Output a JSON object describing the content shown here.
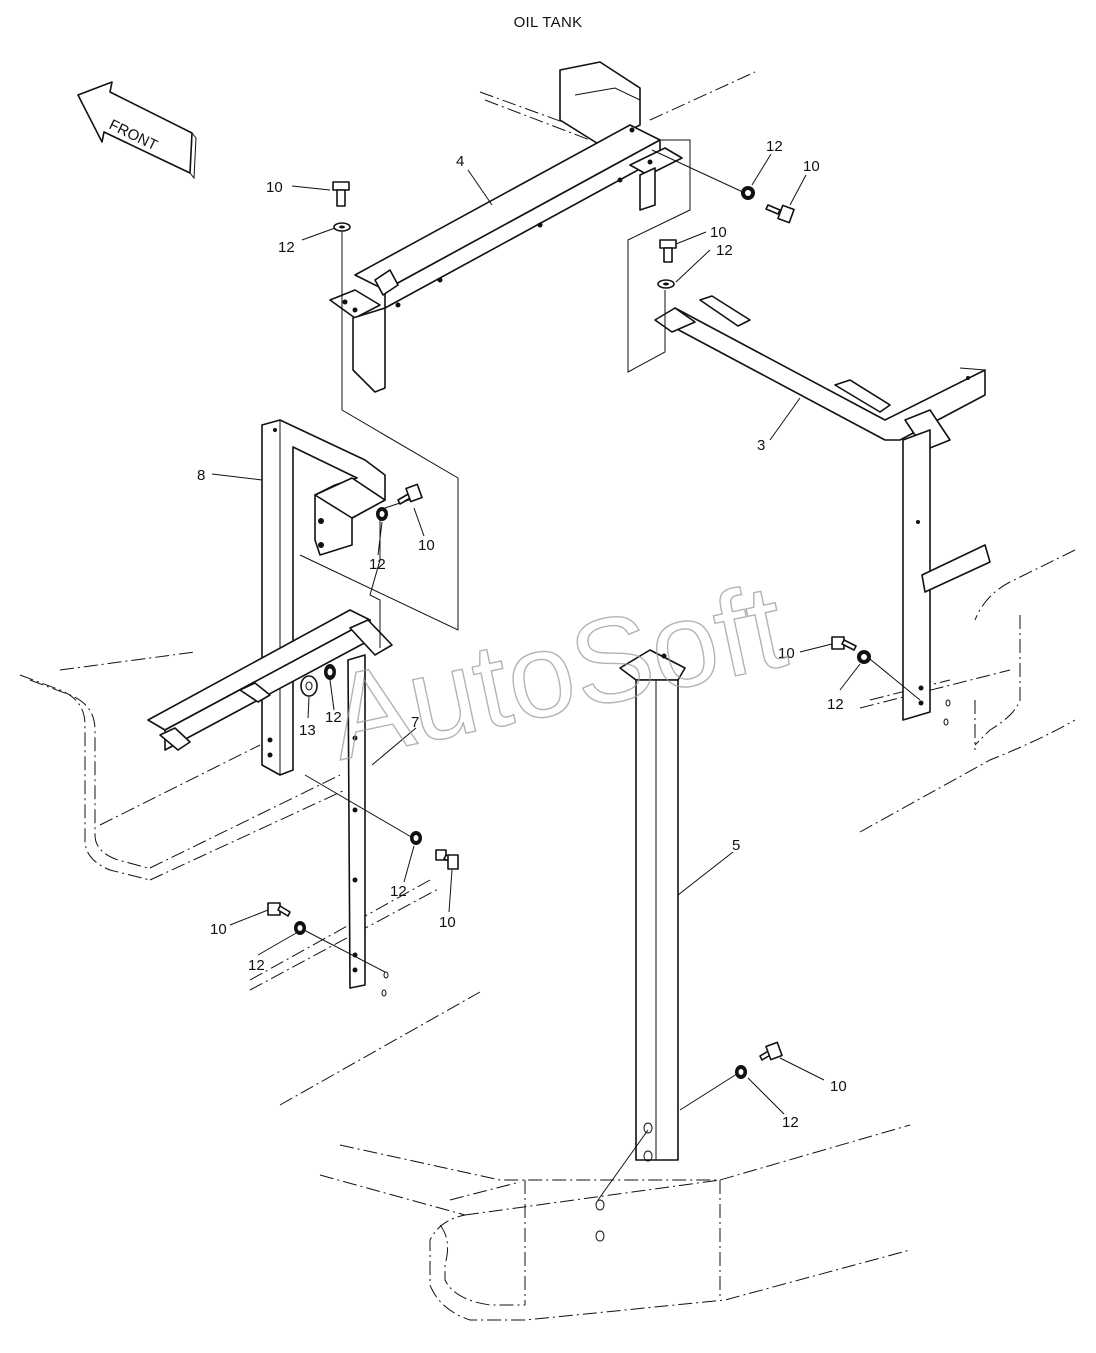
{
  "title": "OIL TANK",
  "direction_label": "FRONT",
  "watermark": "AutoSoft",
  "callouts": {
    "c1": "4",
    "c2": "10",
    "c3": "12",
    "c4": "12",
    "c5": "10",
    "c6": "10",
    "c7": "12",
    "c8": "3",
    "c9": "8",
    "c10": "10",
    "c11": "12",
    "c12": "10",
    "c13": "12",
    "c14": "13",
    "c15": "12",
    "c16": "7",
    "c17": "5",
    "c18": "12",
    "c19": "10",
    "c20": "10",
    "c21": "12",
    "c22": "10",
    "c23": "12"
  }
}
